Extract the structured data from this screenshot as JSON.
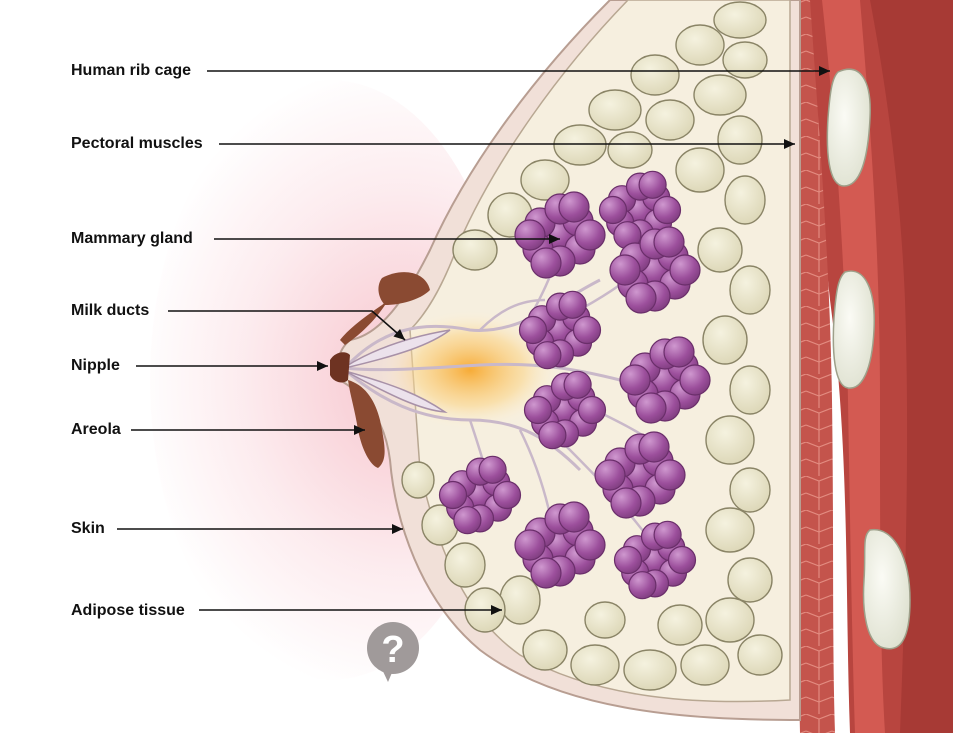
{
  "labels": {
    "rib_cage": "Human rib cage",
    "pectoral": "Pectoral muscles",
    "mammary": "Mammary gland",
    "ducts": "Milk ducts",
    "nipple": "Nipple",
    "areola": "Areola",
    "skin": "Skin",
    "adipose": "Adipose tissue"
  },
  "colors": {
    "muscle": "#b8453f",
    "muscle_light": "#d6615a",
    "fat": "#e6e1c4",
    "fat_outline": "#8a8466",
    "gland": "#a05aa0",
    "gland_light": "#c07cc0",
    "areola": "#8a4a32",
    "skin_edge": "#c9b3a8",
    "duct": "#eae2ea",
    "milk_glow": "#f5b34a",
    "logo": "#a09a9a"
  },
  "icons": {
    "watermark": "question-mark-logo-icon"
  }
}
